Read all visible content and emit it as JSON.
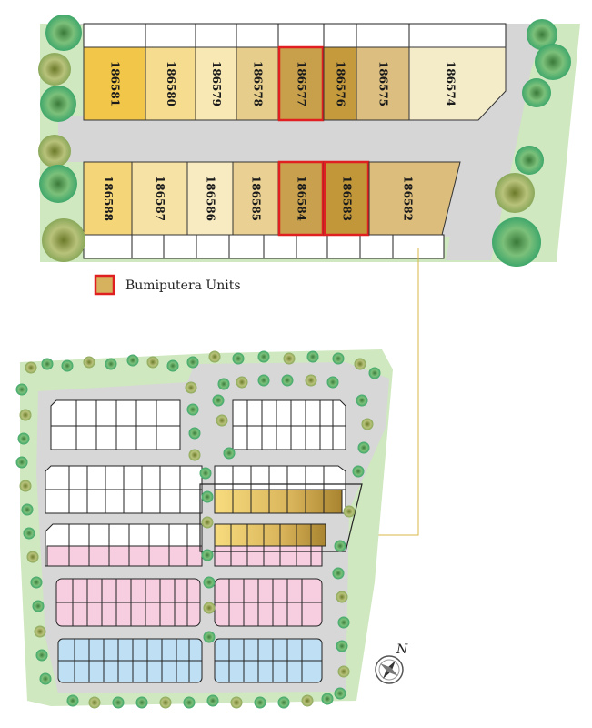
{
  "top_row_units": [
    {
      "id": "186581",
      "color": "#f2c648"
    },
    {
      "id": "186580",
      "color": "#f6dc8e"
    },
    {
      "id": "186579",
      "color": "#f8e9b4"
    },
    {
      "id": "186578",
      "color": "#e7cd8c"
    },
    {
      "id": "186577",
      "color": "#c8a04c",
      "bumiputera": true
    },
    {
      "id": "186576",
      "color": "#c49a3c"
    },
    {
      "id": "186575",
      "color": "#dcbf80"
    },
    {
      "id": "186574",
      "color": "#f4ebc9"
    }
  ],
  "bottom_row_units": [
    {
      "id": "186588",
      "color": "#f4d678"
    },
    {
      "id": "186587",
      "color": "#f7e2a6"
    },
    {
      "id": "186586",
      "color": "#f8ebc2"
    },
    {
      "id": "186585",
      "color": "#ead092"
    },
    {
      "id": "186584",
      "color": "#c9a14e",
      "bumiputera": true
    },
    {
      "id": "186583",
      "color": "#c29739",
      "bumiputera": true
    },
    {
      "id": "186582",
      "color": "#dcbd7c"
    }
  ],
  "legend": {
    "label": "Bumiputera Units",
    "border_color": "#e02020",
    "swatch_color": "#d6b25e"
  },
  "compass": {
    "label": "N"
  },
  "colors": {
    "road": "#d7d7d7",
    "green": "#cfe8bf",
    "pink_units": "#f7cde0",
    "blue_units": "#bfe0f4",
    "gold_units": "#d9b45a",
    "connector": "#d8b84a"
  }
}
